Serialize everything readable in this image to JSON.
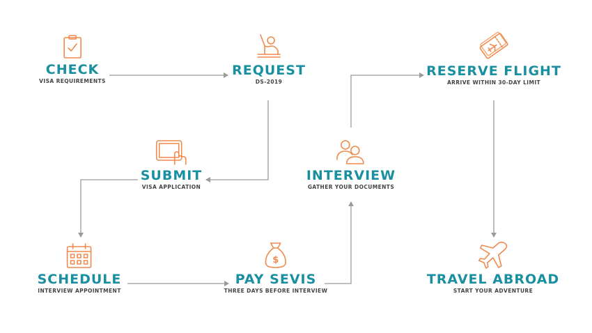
{
  "colors": {
    "title": "#1a8fa0",
    "icon": "#ef8a4c",
    "connector": "#9a9a9a",
    "subtitle": "#444444"
  },
  "steps": [
    {
      "title": "CHECK",
      "subtitle": "VISA REQUIREMENTS",
      "icon": "clipboard-check-icon"
    },
    {
      "title": "REQUEST",
      "subtitle": "DS-2019",
      "icon": "raised-hand-icon"
    },
    {
      "title": "SUBMIT",
      "subtitle": "VISA APPLICATION",
      "icon": "tablet-touch-icon"
    },
    {
      "title": "SCHEDULE",
      "subtitle": "INTERVIEW APPOINTMENT",
      "icon": "calendar-icon"
    },
    {
      "title": "PAY SEVIS",
      "subtitle": "THREE DAYS BEFORE INTERVIEW",
      "icon": "money-bag-icon"
    },
    {
      "title": "INTERVIEW",
      "subtitle": "GATHER YOUR DOCUMENTS",
      "icon": "people-icon"
    },
    {
      "title": "RESERVE FLIGHT",
      "subtitle": "ARRIVE WITHIN 30-DAY LIMIT",
      "icon": "boarding-pass-icon"
    },
    {
      "title": "TRAVEL ABROAD",
      "subtitle": "START YOUR ADVENTURE",
      "icon": "airplane-icon"
    }
  ]
}
